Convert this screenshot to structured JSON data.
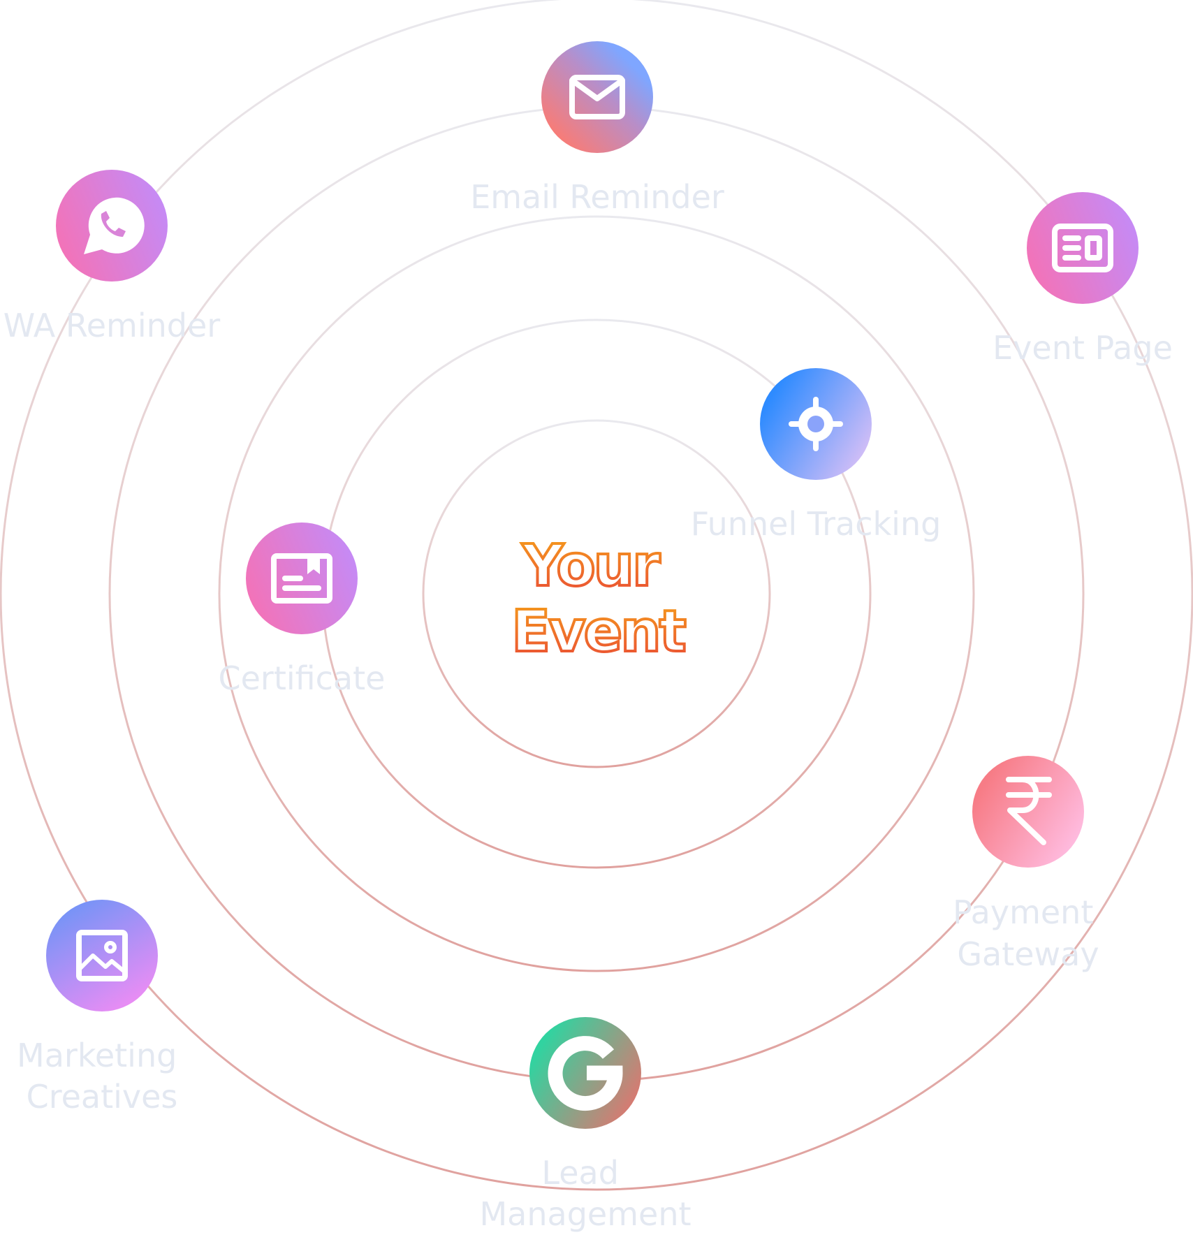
{
  "center": {
    "line1": "Your",
    "line2": "Event"
  },
  "nodes": [
    {
      "id": "email",
      "label_lines": [
        "Email Reminder"
      ],
      "icon": "mail-icon"
    },
    {
      "id": "wa",
      "label_lines": [
        "WA Reminder"
      ],
      "icon": "whatsapp-icon"
    },
    {
      "id": "event-page",
      "label_lines": [
        "Event Page"
      ],
      "icon": "event-page-icon"
    },
    {
      "id": "funnel",
      "label_lines": [
        "Funnel Tracking"
      ],
      "icon": "crosshair-icon"
    },
    {
      "id": "certificate",
      "label_lines": [
        "Certificate"
      ],
      "icon": "certificate-icon"
    },
    {
      "id": "payment",
      "label_lines": [
        "Payment",
        "Gateway"
      ],
      "icon": "rupee-icon"
    },
    {
      "id": "marketing",
      "label_lines": [
        "Marketing",
        "Creatives"
      ],
      "icon": "image-icon"
    },
    {
      "id": "lead",
      "label_lines": [
        "Lead",
        "Management"
      ],
      "icon": "google-icon"
    }
  ],
  "colors": {
    "label": "#E3E8F1",
    "orbit_top": "#E9E9EE",
    "orbit_bottom": "#E0A19E",
    "center_text_top": "#F59E1B",
    "center_text_bottom": "#EA4A36"
  }
}
